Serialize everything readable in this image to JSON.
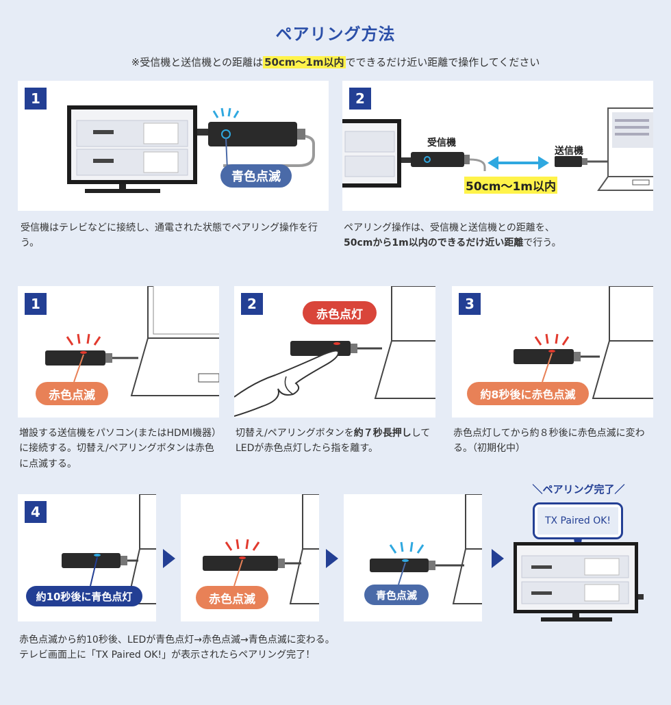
{
  "header": {
    "title": "ペアリング方法",
    "subtitle_pre": "※受信機と送信機との距離は",
    "subtitle_hl": "50cm〜1m以内",
    "subtitle_post": "でできるだけ近い距離で操作してください"
  },
  "top": [
    {
      "num": "1",
      "badge_text": "青色点滅",
      "desc": "受信機はテレビなどに接続し、通電された状態でペアリング操作を行う。"
    },
    {
      "num": "2",
      "receiver_label": "受信機",
      "transmitter_label": "送信機",
      "distance_label": "50cm〜1m以内",
      "desc_line1": "ペアリング操作は、受信機と送信機との距離を、",
      "desc_bold": "50cmから1m以内のできるだけ近い距離",
      "desc_post": "で行う。"
    }
  ],
  "middle": [
    {
      "num": "1",
      "badge_text": "赤色点滅",
      "desc": "増設する送信機をパソコン(またはHDMI機器）に接続する。切替え/ペアリングボタンは赤色に点滅する。"
    },
    {
      "num": "2",
      "badge_text": "赤色点灯",
      "desc_pre": "切替え/ペアリングボタンを",
      "desc_bold": "約７秒長押し",
      "desc_post": "してLEDが赤色点灯したら指を離す。"
    },
    {
      "num": "3",
      "badge_text": "約8秒後に赤色点滅",
      "desc": "赤色点灯してから約８秒後に赤色点滅に変わる。（初期化中）"
    }
  ],
  "bottom": {
    "num": "4",
    "badge1": "約10秒後に青色点灯",
    "badge2": "赤色点滅",
    "badge3": "青色点滅",
    "complete_label": "ペアリング完了",
    "screen_message": "TX Paired OK!",
    "desc_line1": "赤色点滅から約10秒後、LEDが青色点灯→赤色点滅→青色点滅に変わる。",
    "desc_line2": "テレビ画面上に「TX Paired OK!」が表示されたらペアリング完了！"
  },
  "colors": {
    "accent": "#233f94",
    "blue_led": "#2fa8e0",
    "red_led": "#e23a2e",
    "highlight": "#fff34a"
  }
}
